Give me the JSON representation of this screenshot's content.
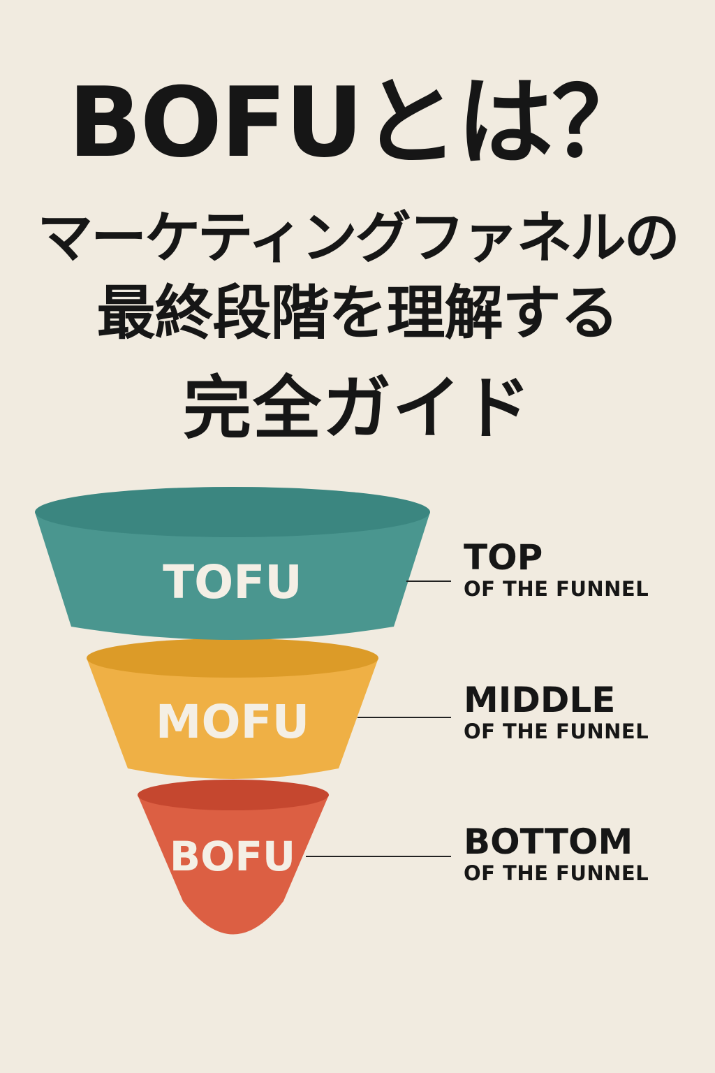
{
  "title": {
    "line1": "BOFUとは？",
    "line2": "マーケティングファネルの",
    "line3": "最終段階を理解する",
    "line4": "完全ガイド"
  },
  "funnel": {
    "stages": [
      {
        "abbr": "TOFU",
        "name": "TOP",
        "sub": "OF THE FUNNEL",
        "color": "#4a968f",
        "rim_color": "#3b8680"
      },
      {
        "abbr": "MOFU",
        "name": "MIDDLE",
        "sub": "OF THE FUNNEL",
        "color": "#efb045",
        "rim_color": "#dc9b28"
      },
      {
        "abbr": "BOFU",
        "name": "BOTTOM",
        "sub": "OF THE FUNNEL",
        "color": "#dc5f43",
        "rim_color": "#c5472f"
      }
    ]
  },
  "colors": {
    "background": "#f1ebe0",
    "text": "#161616",
    "label_text": "#f4efe5"
  }
}
